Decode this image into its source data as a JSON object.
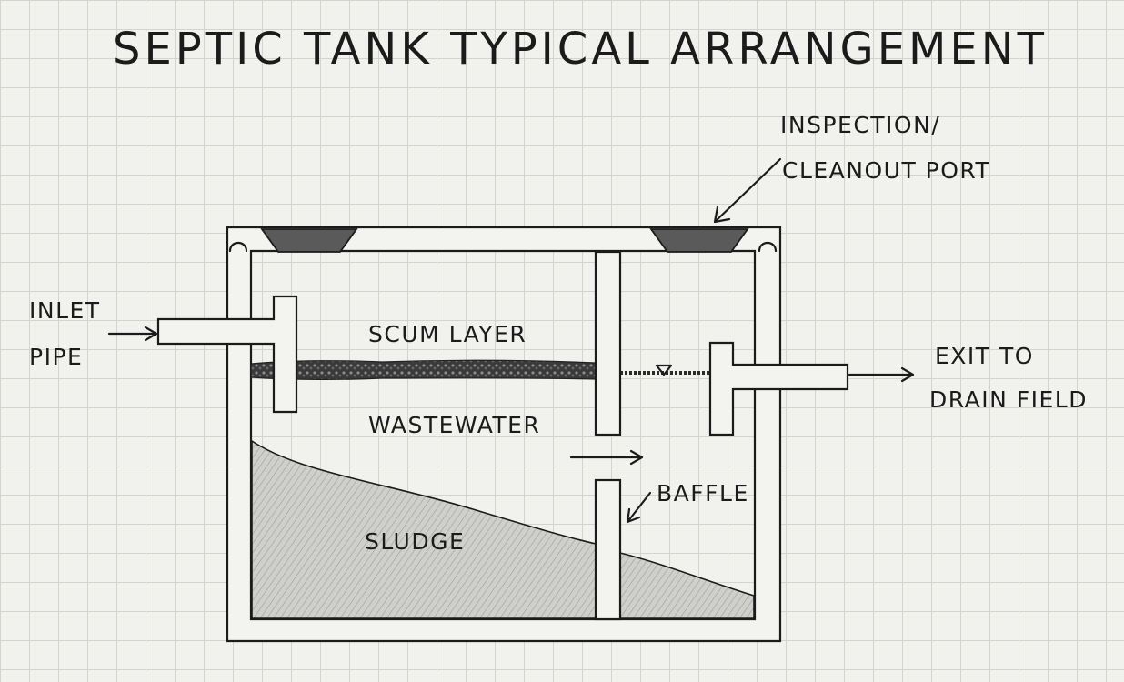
{
  "title": "SEPTIC TANK TYPICAL ARRANGEMENT",
  "labels": {
    "inspection_line1": "INSPECTION/",
    "inspection_line2": "CLEANOUT PORT",
    "inlet_line1": "INLET",
    "inlet_line2": "PIPE",
    "scum": "SCUM LAYER",
    "wastewater": "WASTEWATER",
    "baffle": "BAFFLE",
    "sludge": "SLUDGE",
    "exit_line1": "EXIT TO",
    "exit_line2": "DRAIN FIELD"
  },
  "colors": {
    "ink": "#1b1b1b",
    "paper": "#f1f1ee",
    "grid": "#d4d4cf",
    "port_fill": "#5a5a5a",
    "sludge_fill": "#c9c9c5"
  }
}
